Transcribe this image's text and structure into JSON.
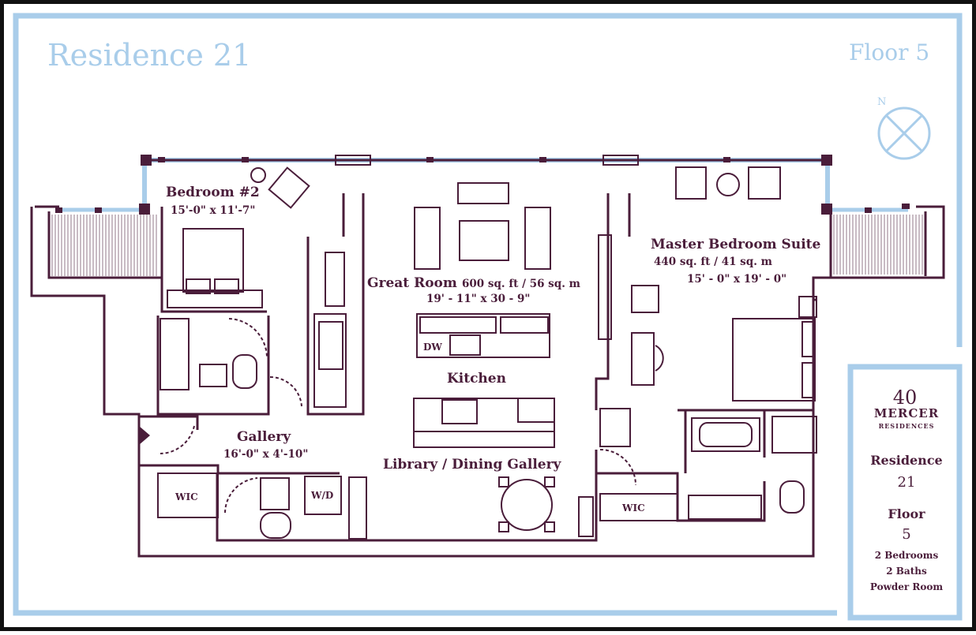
{
  "colors": {
    "frame_blue": "#a9cdea",
    "wall": "#4a1d3a",
    "page": "#ffffff",
    "border": "#111111"
  },
  "header": {
    "title": "Residence 21",
    "floor": "Floor 5"
  },
  "compass": {
    "label": "N",
    "icon": "compass-icon"
  },
  "rooms": {
    "bedroom2": {
      "name": "Bedroom #2",
      "dims": "15'-0\" x 11'-7\""
    },
    "great_room": {
      "name": "Great Room",
      "area": "600 sq. ft  /  56 sq. m",
      "dims": "19' - 11\" x  30 - 9\""
    },
    "master": {
      "name": "Master Bedroom Suite",
      "area": "440 sq. ft  /  41 sq. m",
      "dims": "15' - 0\"  x  19' - 0\""
    },
    "kitchen": {
      "name": "Kitchen"
    },
    "gallery": {
      "name": "Gallery",
      "dims": "16'-0\" x 4'-10\""
    },
    "library": {
      "name": "Library / Dining Gallery"
    }
  },
  "fixtures": {
    "dw": "DW",
    "wic_left": "WIC",
    "wd": "W/D",
    "wic_right": "WIC"
  },
  "sidebar": {
    "logo_number": "40",
    "logo_word": "MERCER",
    "logo_sub": "RESIDENCES",
    "residence_label": "Residence",
    "residence_value": "21",
    "floor_label": "Floor",
    "floor_value": "5",
    "bedrooms": "2 Bedrooms",
    "baths": "2 Baths",
    "powder": "Powder Room"
  }
}
